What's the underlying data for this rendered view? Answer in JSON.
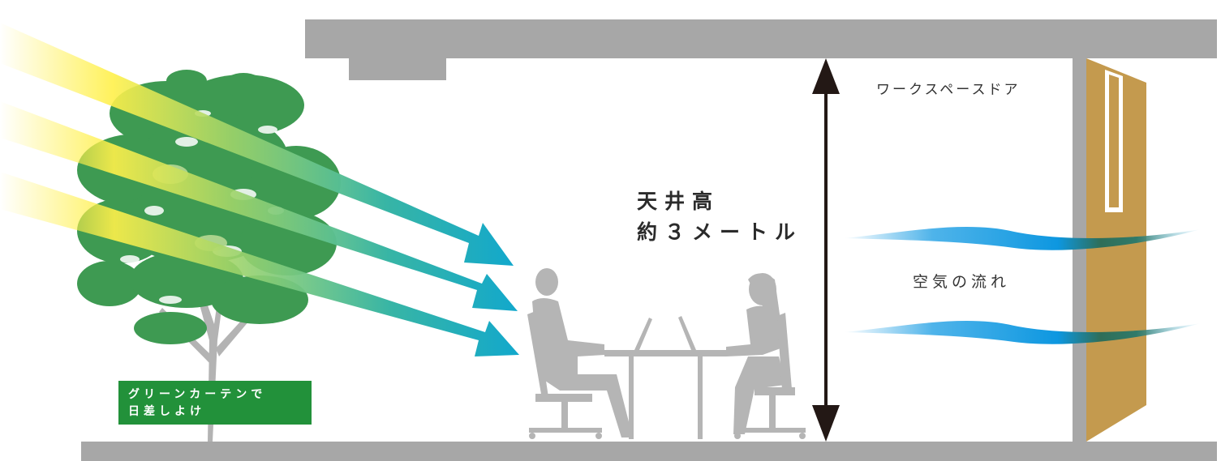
{
  "labels": {
    "door": "ワークスペースドア",
    "ceiling_height_line1": "天井高",
    "ceiling_height_line2": "約３メートル",
    "airflow": "空気の流れ",
    "green_curtain_line1": "グリーンカーテンで",
    "green_curtain_line2": "日差しよけ"
  },
  "colors": {
    "structure": "#a7a7a7",
    "foliage": "#3e9a52",
    "sunlight": "#fff04a",
    "sun_arrow": "#18aacb",
    "air_stream": "#1d9fe3",
    "door": "#c49a4e",
    "badge": "#22913a",
    "silhouette": "#b5b5b5",
    "height_arrow": "#231815"
  },
  "icons": [
    "tree-icon",
    "sun-ray-arrow-icon",
    "person-silhouette-icon",
    "height-arrow-icon",
    "air-flow-icon",
    "door-icon"
  ]
}
